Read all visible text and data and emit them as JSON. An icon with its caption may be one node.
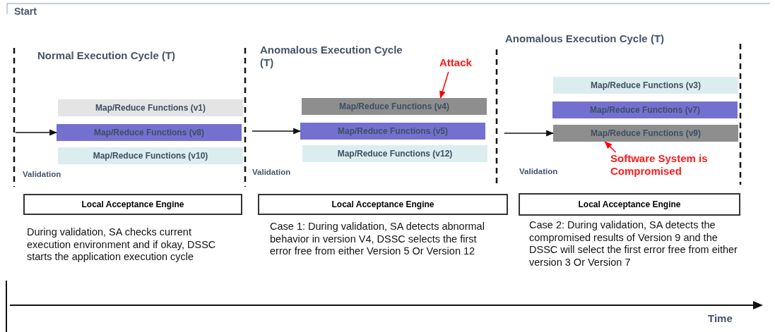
{
  "diagram": {
    "nodes": [
      {
        "text": [
          "Map/Reduce Functions (v1)"
        ]
      },
      {
        "text": [
          "Map/Reduce Functions (v8)"
        ]
      },
      {
        "text": [
          "Map/Reduce Functions (v10)"
        ]
      },
      {
        "text": [
          "Local Acceptance Engine"
        ]
      },
      {
        "text": [
          "Attack"
        ]
      },
      {
        "text": [
          "Map/Reduce Functions (v4)"
        ]
      },
      {
        "text": [
          "Map/Reduce Functions (v5)"
        ]
      },
      {
        "text": [
          "Map/Reduce Functions (v12)"
        ]
      },
      {
        "text": [
          "Local Acceptance Engine"
        ]
      },
      {
        "text": [
          "Map/Reduce Functions (v3)"
        ]
      },
      {
        "text": [
          "Map/Reduce Functions (v7)"
        ]
      },
      {
        "text": [
          "Map/Reduce Functions (v9)"
        ]
      },
      {
        "text": [
          "Software System is Compromised"
        ]
      },
      {
        "text": [
          "Local Acceptance Engine"
        ]
      }
    ],
    "edges": [
      {
        "from": null,
        "to": 1,
        "arrow": "to"
      },
      {
        "from": null,
        "to": 6,
        "arrow": "to"
      },
      {
        "from": null,
        "to": 11,
        "arrow": "to"
      },
      {
        "from": 4,
        "to": 5,
        "arrow": "to",
        "color": "#ff0000"
      },
      {
        "from": 12,
        "to": 11,
        "arrow": "to",
        "color": "#ff0000"
      }
    ],
    "labels": [
      "Start",
      "Normal Execution Cycle (T)",
      "Validation",
      "During validation, SA checks current execution environment and if okay, DSSC starts the application execution cycle",
      "Anomalous Execution Cycle (T)",
      "Validation",
      "Case 1: During validation, SA detects abnormal behavior in version V4, DSSC selects the first error free from either Version 5 Or Version 12",
      "Anomalous Execution Cycle (T)",
      "Validation",
      "Case 2: During validation, SA detects the compromised results of Version 9 and the DSSC will select the first error free from either version 3 Or Version 7",
      "Time"
    ]
  }
}
